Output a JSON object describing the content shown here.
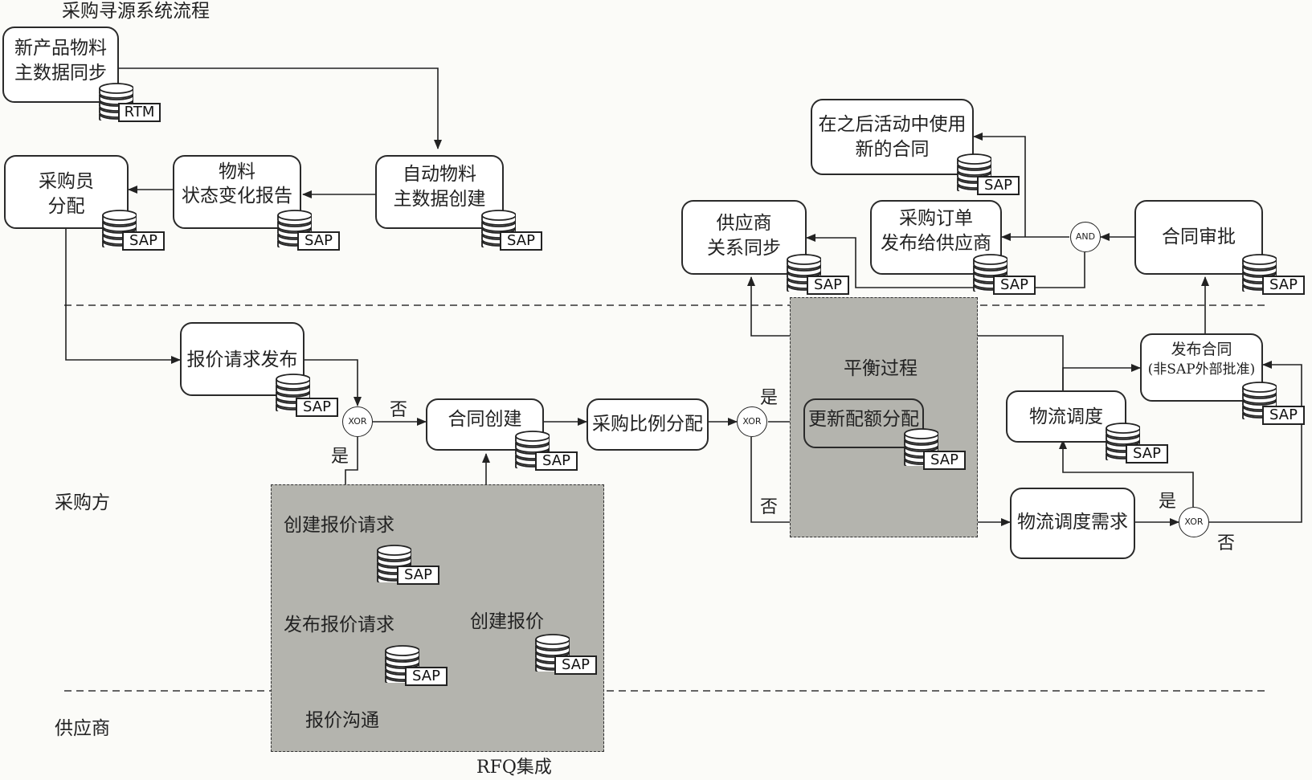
{
  "title": "采购寻源系统流程",
  "lanes": {
    "buyer": "采购方",
    "supplier": "供应商"
  },
  "regions": {
    "rfq": "RFQ集成",
    "balance": "平衡过程"
  },
  "nodes": {
    "new_material_sync": {
      "line1": "新产品物料",
      "line2": "主数据同步",
      "system": "RTM"
    },
    "buyer_assign": {
      "line1": "采购员",
      "line2": "分配",
      "system": "SAP"
    },
    "material_status_report": {
      "line1": "物料",
      "line2": "状态变化报告",
      "system": "SAP"
    },
    "auto_material_create": {
      "line1": "自动物料",
      "line2": "主数据创建",
      "system": "SAP"
    },
    "rfq_publish": {
      "line1": "报价请求发布",
      "system": "SAP"
    },
    "contract_create": {
      "line1": "合同创建",
      "system": "SAP"
    },
    "purchase_ratio": {
      "line1": "采购比例分配"
    },
    "update_quota": {
      "line1": "更新配额分配",
      "system": "SAP"
    },
    "supplier_sync": {
      "line1": "供应商",
      "line2": "关系同步",
      "system": "SAP"
    },
    "po_to_supplier": {
      "line1": "采购订单",
      "line2": "发布给供应商",
      "system": "SAP"
    },
    "use_new_contract": {
      "line1": "在之后活动中使用",
      "line2": "新的合同",
      "system": "SAP"
    },
    "contract_approval": {
      "line1": "合同审批",
      "system": "SAP"
    },
    "publish_contract": {
      "line1": "发布合同",
      "line2": "(非SAP外部批准)",
      "system": "SAP"
    },
    "logistics_schedule": {
      "line1": "物流调度",
      "system": "SAP"
    },
    "logistics_demand": {
      "line1": "物流调度需求"
    },
    "create_rfq": {
      "line1": "创建报价请求",
      "system": "SAP"
    },
    "publish_rfq": {
      "line1": "发布报价请求",
      "system": "SAP"
    },
    "quote_comm": {
      "line1": "报价沟通"
    },
    "create_quote": {
      "line1": "创建报价",
      "system": "SAP"
    }
  },
  "gates": {
    "xor": "XOR",
    "and": "AND"
  },
  "edge_labels": {
    "yes": "是",
    "no": "否"
  },
  "colors": {
    "region_fill": "#b4b4ae",
    "line": "#222222",
    "background": "#fbfbf8"
  }
}
